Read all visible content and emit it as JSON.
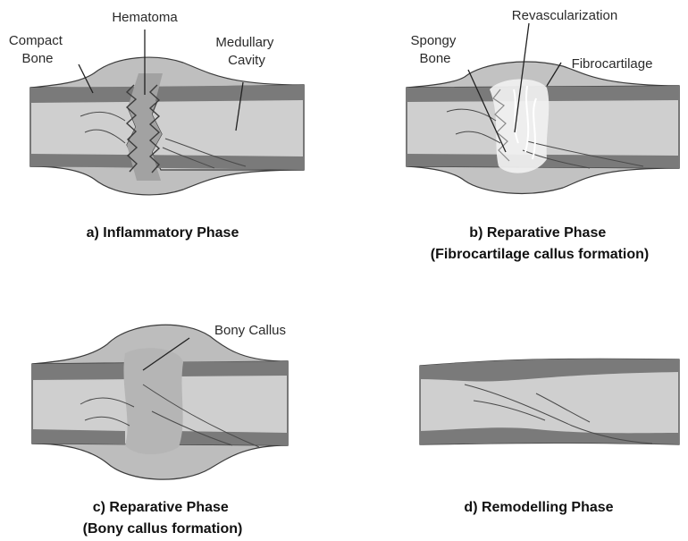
{
  "panels": [
    {
      "caption": [
        "a) Inflammatory Phase"
      ],
      "labels": {
        "compact_bone": [
          "Compact",
          "Bone"
        ],
        "hematoma": [
          "Hematoma"
        ],
        "medullary_cavity": [
          "Medullary",
          "Cavity"
        ]
      }
    },
    {
      "caption": [
        "b) Reparative Phase",
        "(Fibrocartilage callus formation)"
      ],
      "labels": {
        "revascularization": [
          "Revascularization"
        ],
        "spongy_bone": [
          "Spongy",
          "Bone"
        ],
        "fibrocartilage": [
          "Fibrocartilage"
        ]
      }
    },
    {
      "caption": [
        "c) Reparative Phase",
        "(Bony callus formation)"
      ],
      "labels": {
        "bony_callus": [
          "Bony Callus"
        ]
      }
    },
    {
      "caption": [
        "d) Remodelling Phase"
      ],
      "labels": {}
    }
  ],
  "colors": {
    "cortex": "#7a7a7a",
    "marrow": "#cfcfcf",
    "hematoma": "#a2a2a2",
    "callus": "#bdbdbd",
    "fibrocartilage": "#f1f1f1",
    "outline": "#3c3c3c"
  }
}
